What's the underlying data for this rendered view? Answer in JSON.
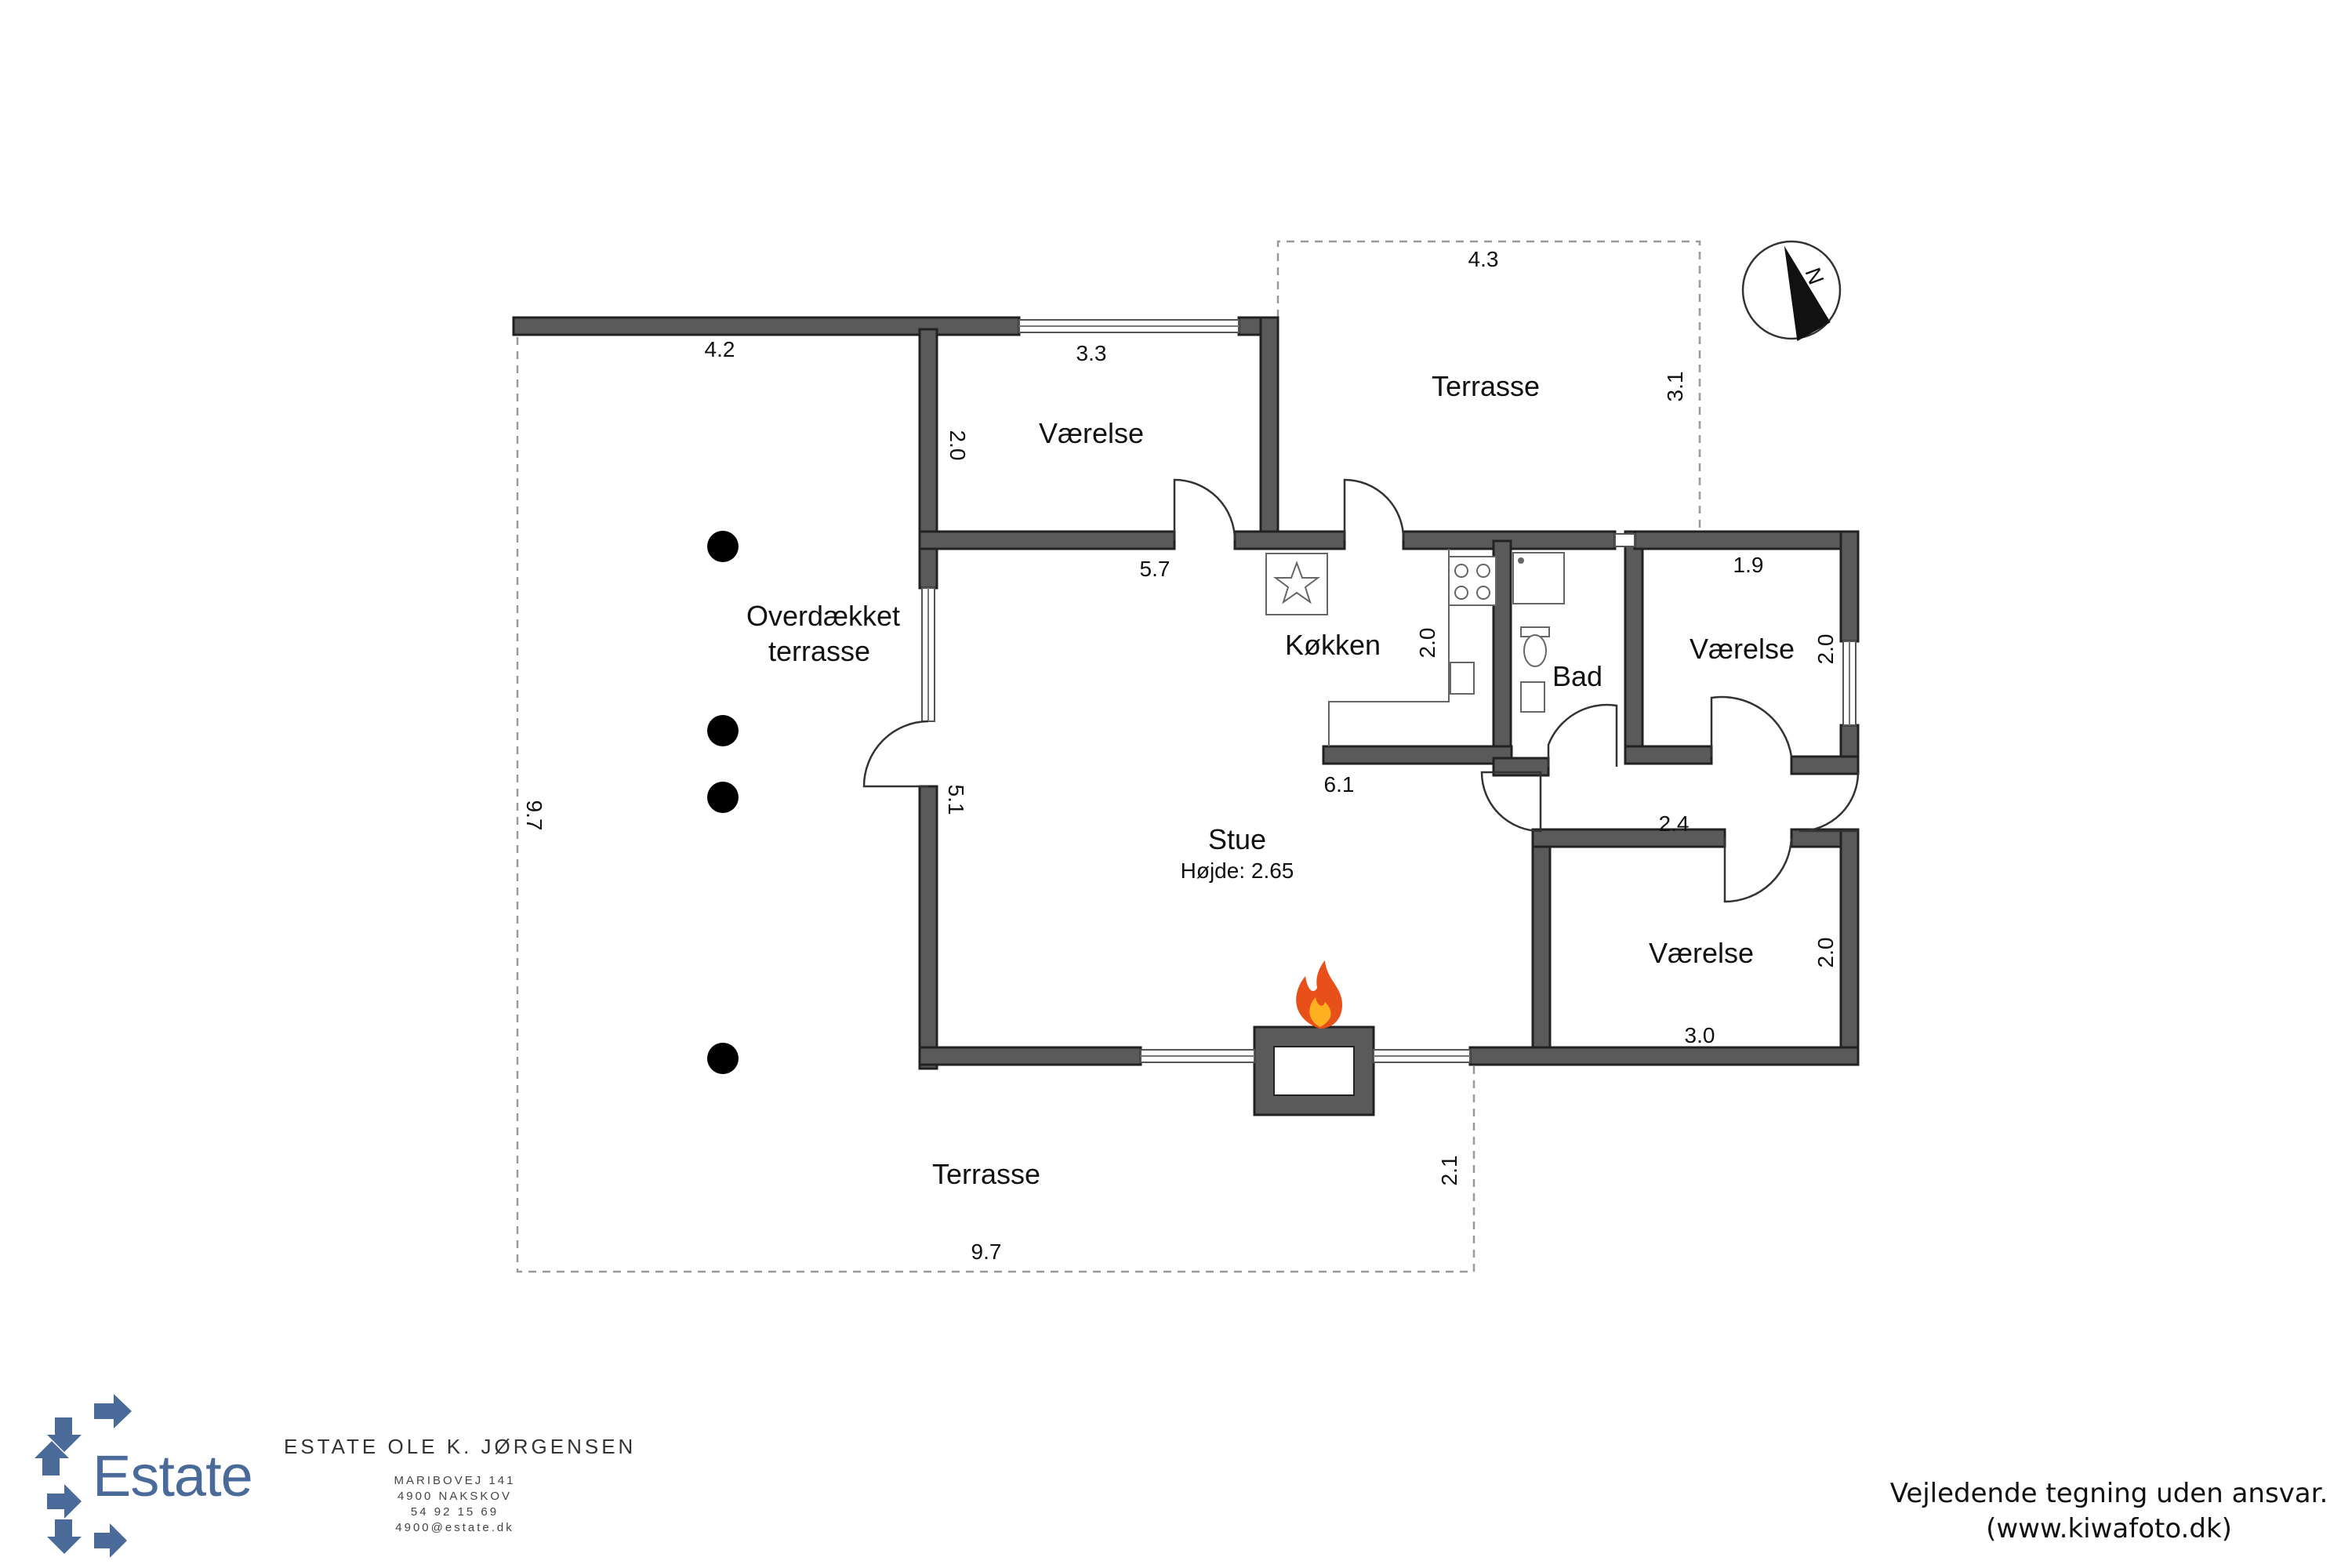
{
  "rooms": {
    "overdaekket": {
      "line1": "Overdækket",
      "line2": "terrasse"
    },
    "terrasse_top": "Terrasse",
    "terrasse_bottom": "Terrasse",
    "vaerelse_top": "Værelse",
    "vaerelse_right": "Værelse",
    "vaerelse_bottom": "Værelse",
    "kokken": "Køkken",
    "bad": "Bad",
    "stue": "Stue",
    "stue_height": "Højde: 2.65"
  },
  "dimensions": {
    "covered_top": "4.2",
    "covered_left": "9.7",
    "vaerelse_top_width": "3.3",
    "vaerelse_top_height": "2.0",
    "terrasse_top_width": "4.3",
    "terrasse_top_height": "3.1",
    "stue_top": "5.7",
    "stue_left": "5.1",
    "kokken_height": "2.0",
    "kitchen_bottom": "6.1",
    "vaerelse_right_width": "1.9",
    "vaerelse_right_height": "2.0",
    "hall_width": "2.4",
    "vaerelse_bottom_height": "2.0",
    "vaerelse_bottom_width": "3.0",
    "terrasse_bottom_height": "2.1",
    "terrasse_bottom_width": "9.7"
  },
  "compass": {
    "letter": "N"
  },
  "company": {
    "name": "ESTATE OLE K. JØRGENSEN",
    "logo_word": "Estate",
    "address1": "MARIBOVEJ 141",
    "address2": "4900 NAKSKOV",
    "phone": "54 92 15 69",
    "email": "4900@estate.dk"
  },
  "disclaimer": {
    "line1": "Vejledende tegning uden ansvar.",
    "line2": "(www.kiwafoto.dk)"
  },
  "colors": {
    "wall": "#5a5a5a",
    "logo": "#4a6a9a",
    "fire": "#e8501a"
  }
}
